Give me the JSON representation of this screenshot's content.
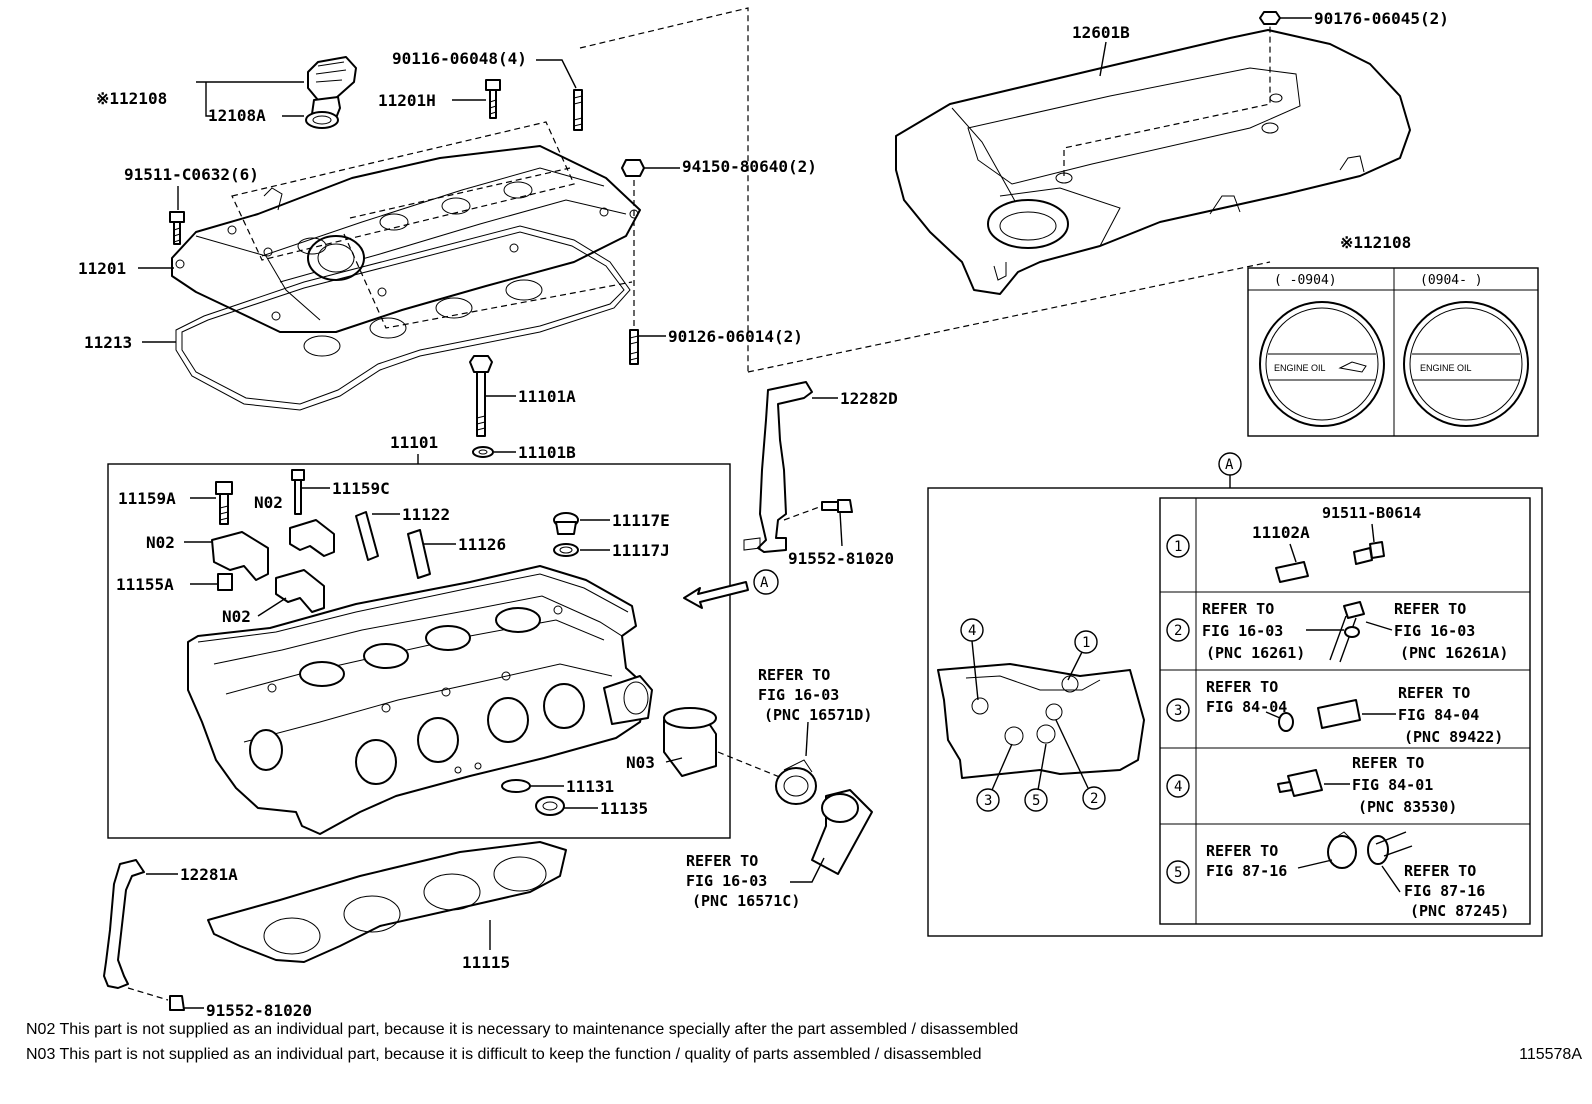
{
  "labels": {
    "p12108_main": "※112108",
    "p12108A": "12108A",
    "p90116": "90116-06048(4)",
    "p11201H": "11201H",
    "p91511C": "91511-C0632(6)",
    "p94150": "94150-80640(2)",
    "p11201": "11201",
    "p11213": "11213",
    "p90126": "90126-06014(2)",
    "p11101A": "11101A",
    "p11101B": "11101B",
    "p11101": "11101",
    "p12601B": "12601B",
    "p90176": "90176-06045(2)",
    "p12108_ref": "※112108",
    "p12282D": "12282D",
    "p91552_mid": "91552-81020",
    "p11159A": "11159A",
    "p11159C": "11159C",
    "p11122": "11122",
    "p11126": "11126",
    "p11117E": "11117E",
    "p11117J": "11117J",
    "p11155A": "11155A",
    "n02_a": "N02",
    "n02_b": "N02",
    "n02_c": "N02",
    "n03": "N03",
    "p11131": "11131",
    "p11135": "11135",
    "p12281A": "12281A",
    "p11115": "11115",
    "p91552_bot": "91552-81020",
    "callout_a_arrow": "A",
    "callout_a_box": "A"
  },
  "refers": {
    "r16571D": [
      "REFER TO",
      "FIG 16-03",
      "(PNC 16571D)"
    ],
    "r16571C": [
      "REFER TO",
      "FIG 16-03",
      "(PNC 16571C)"
    ]
  },
  "cap_inset": {
    "col1": "(    -0904)",
    "col2": "(0904-     )",
    "cap_text_1": "ENGINE OIL",
    "cap_text_2": "ENGINE OIL"
  },
  "detail_a": {
    "circled": [
      "4",
      "1",
      "3",
      "5",
      "2"
    ],
    "rows": [
      {
        "num": "1",
        "bolt": "91511-B0614",
        "part": "11102A"
      },
      {
        "num": "2",
        "left": [
          "REFER TO",
          "FIG 16-03",
          "(PNC 16261)"
        ],
        "right": [
          "REFER TO",
          "FIG 16-03",
          "(PNC 16261A)"
        ]
      },
      {
        "num": "3",
        "left": [
          "REFER TO",
          "FIG 84-04"
        ],
        "right": [
          "REFER TO",
          "FIG 84-04",
          "(PNC 89422)"
        ]
      },
      {
        "num": "4",
        "right": [
          "REFER TO",
          "FIG 84-01",
          "(PNC 83530)"
        ]
      },
      {
        "num": "5",
        "left": [
          "REFER TO",
          "FIG 87-16"
        ],
        "right": [
          "REFER TO",
          "FIG 87-16",
          "(PNC 87245)"
        ]
      }
    ]
  },
  "notes": [
    "N02  This part is not supplied as an individual part, because it is necessary to maintenance specially after the part assembled / disassembled",
    "N03  This part is not supplied as an individual part, because it is difficult to keep the function / quality of parts  assembled / disassembled"
  ],
  "figure_code": "115578A"
}
